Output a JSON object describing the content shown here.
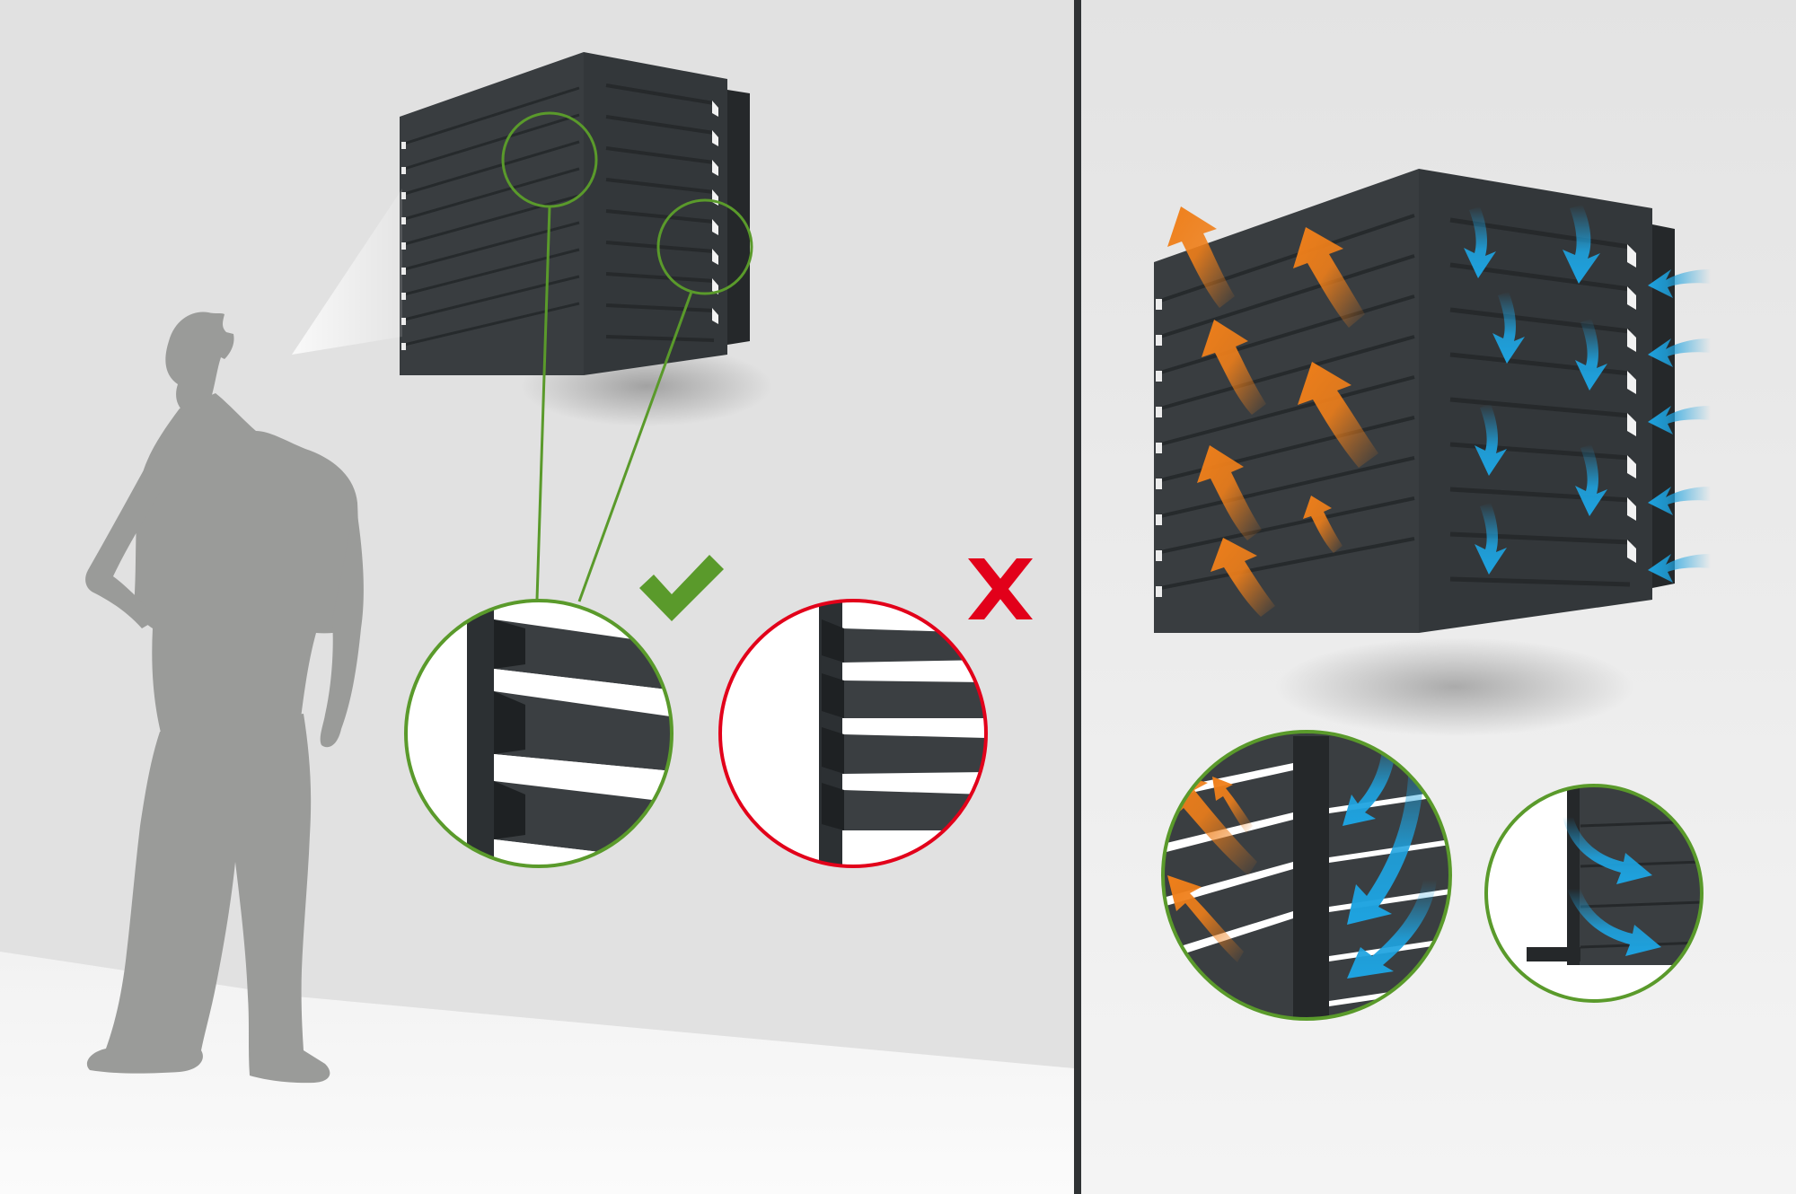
{
  "colors": {
    "wall_left": "#e1e1e1",
    "floor_left": "#f7f7f7",
    "wall_right": "#e6e6e6",
    "divider": "#2f3234",
    "unit_body": "#33373a",
    "unit_slat": "#3f4447",
    "unit_edge": "#25282a",
    "person": "#9a9b99",
    "good": "#5a9a2b",
    "bad": "#e2001a",
    "warm_air": "#ef7f1a",
    "cool_air": "#1ea3e0",
    "gap_light": "#ffffff"
  },
  "panels": {
    "left": {
      "name": "viewing-angle-panel"
    },
    "right": {
      "name": "airflow-panel"
    }
  },
  "icons": {
    "good": "checkmark-icon",
    "bad": "cross-icon"
  },
  "airflow": {
    "warm_arrows": 8,
    "cool_arrows_side": 5,
    "cool_arrows_inside": 8
  }
}
